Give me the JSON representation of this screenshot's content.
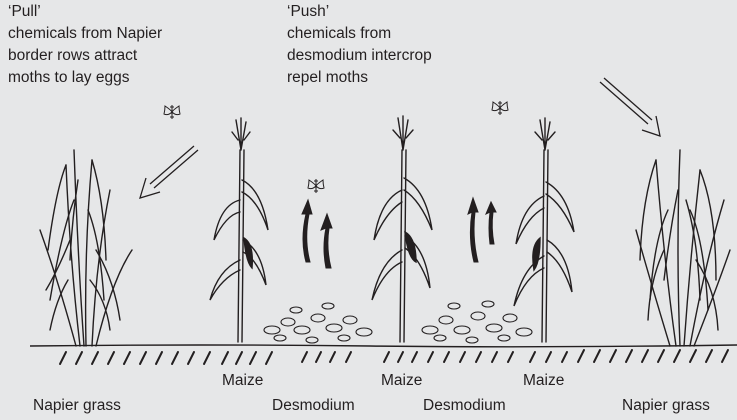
{
  "notes": {
    "pull": [
      "‘Pull’",
      "chemicals from Napier",
      "border rows attract",
      "moths to lay eggs"
    ],
    "push": [
      "‘Push’",
      "chemicals from",
      "desmodium intercrop",
      "repel moths"
    ]
  },
  "labels": {
    "maize_1": "Maize",
    "maize_2": "Maize",
    "maize_3": "Maize",
    "napier_left": "Napier grass",
    "desmodium_1": "Desmodium",
    "desmodium_2": "Desmodium",
    "napier_right": "Napier grass"
  },
  "icons": {
    "moth": "moth-icon",
    "pull_arrow": "hollow-arrow-icon",
    "push_arrow": "solid-curved-arrow-icon"
  },
  "colors": {
    "background": "#e6e7e8",
    "ink": "#231f20"
  }
}
